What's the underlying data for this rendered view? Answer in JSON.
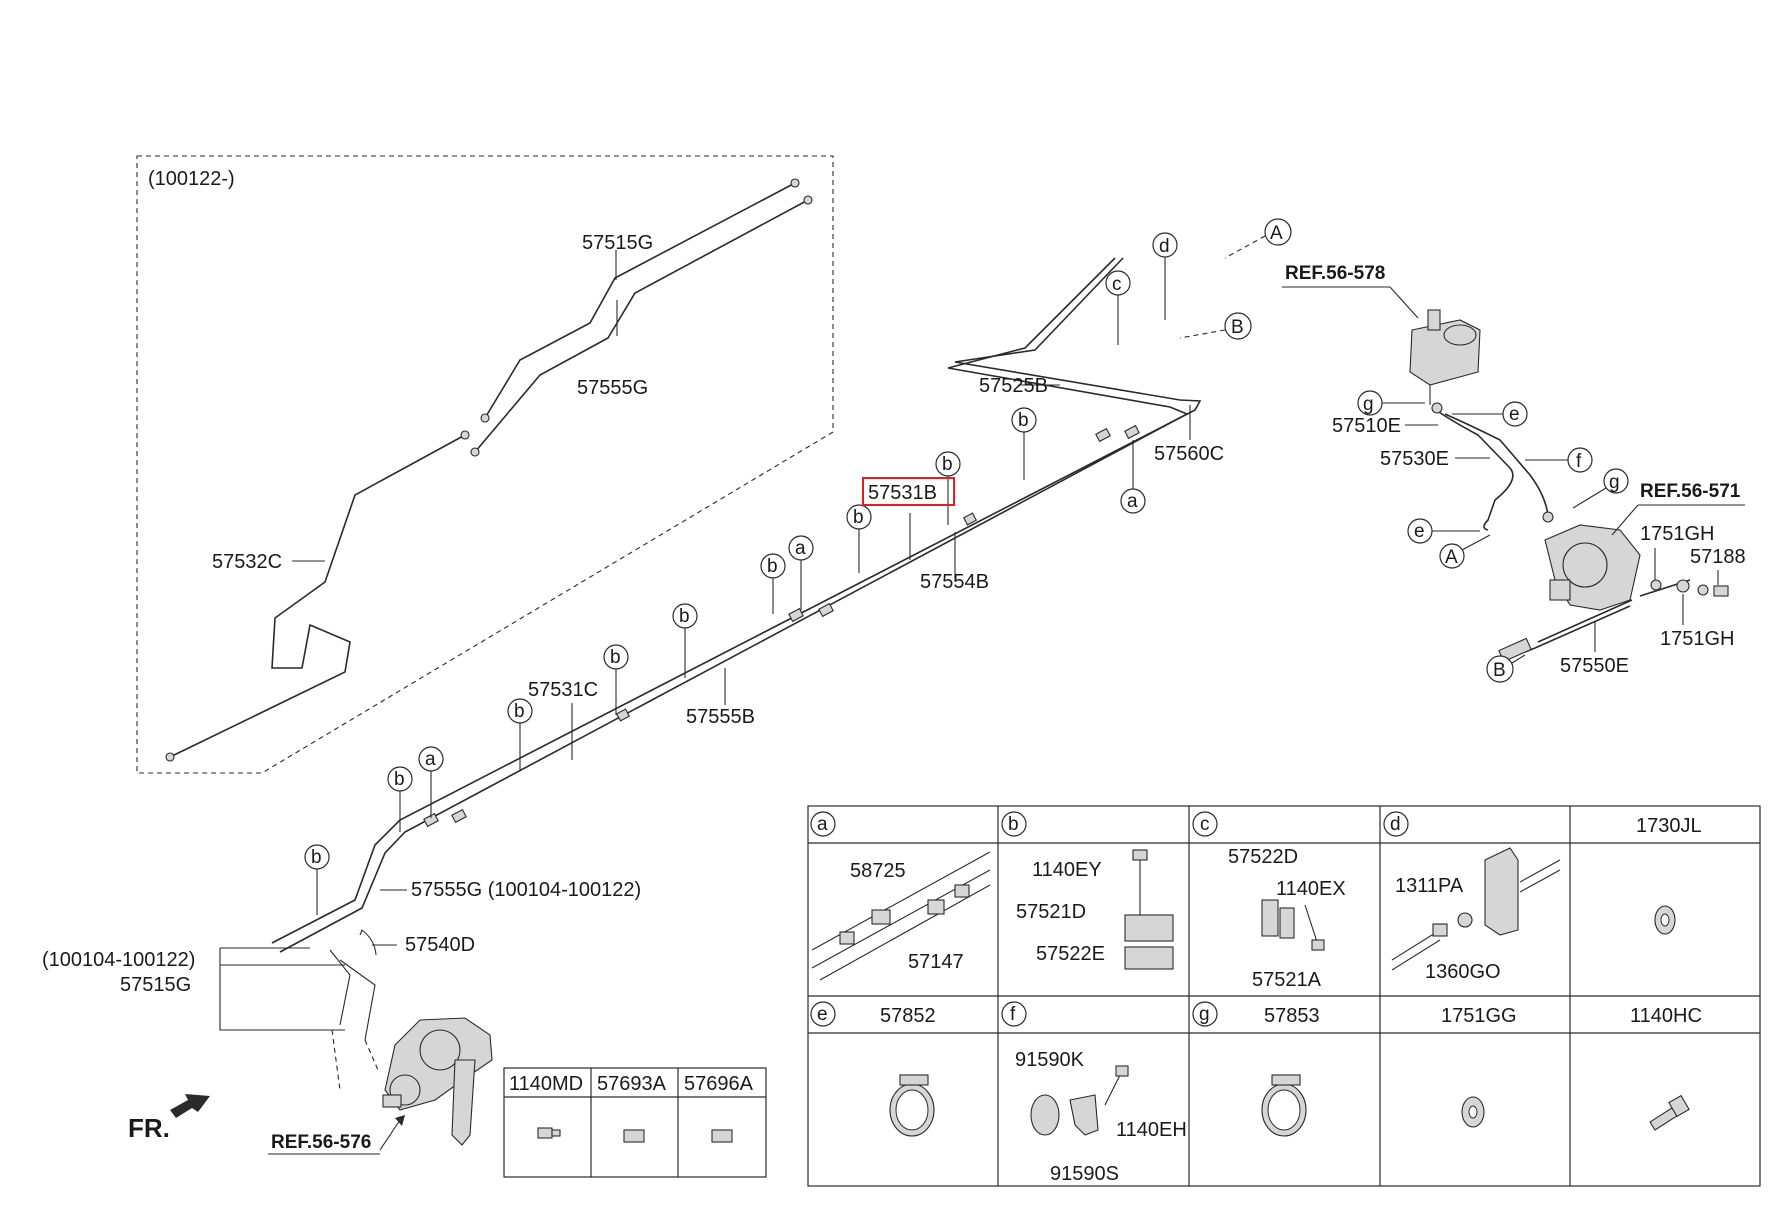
{
  "inset_label": "(100122-)",
  "part_labels": {
    "p57515G_top": "57515G",
    "p57555G_top": "57555G",
    "p57532C": "57532C",
    "p57525B": "57525B",
    "p57560C": "57560C",
    "p57531B": "57531B",
    "p57554B": "57554B",
    "p57531C": "57531C",
    "p57555B": "57555B",
    "p57555G_range": "57555G (100104-100122)",
    "p57540D": "57540D",
    "range_100104": "(100104-100122)",
    "p57515G_bottom": "57515G",
    "p57510E": "57510E",
    "p57530E": "57530E",
    "p1751GH_a": "1751GH",
    "p57188": "57188",
    "p1751GH_b": "1751GH",
    "p57550E": "57550E"
  },
  "references": {
    "ref578": "REF.56-578",
    "ref571": "REF.56-571",
    "ref576": "REF.56-576"
  },
  "front_label": "FR.",
  "callout_letters": {
    "a": "a",
    "b": "b",
    "c": "c",
    "d": "d",
    "e": "e",
    "f": "f",
    "g": "g",
    "A": "A",
    "B": "B"
  },
  "small_table": {
    "headers": [
      "1140MD",
      "57693A",
      "57696A"
    ]
  },
  "parts_table": {
    "row1": [
      {
        "letter": "a",
        "header": "",
        "parts": [
          "58725",
          "57147"
        ]
      },
      {
        "letter": "b",
        "header": "",
        "parts": [
          "1140EY",
          "57521D",
          "57522E"
        ]
      },
      {
        "letter": "c",
        "header": "",
        "parts": [
          "57522D",
          "1140EX",
          "57521A"
        ]
      },
      {
        "letter": "d",
        "header": "",
        "parts": [
          "1311PA",
          "1360GO"
        ]
      },
      {
        "letter": "",
        "header": "1730JL",
        "parts": []
      }
    ],
    "row2": [
      {
        "letter": "e",
        "header": "57852",
        "parts": []
      },
      {
        "letter": "f",
        "header": "",
        "parts": [
          "91590K",
          "1140EH",
          "91590S"
        ]
      },
      {
        "letter": "g",
        "header": "57853",
        "parts": []
      },
      {
        "letter": "",
        "header": "1751GG",
        "parts": []
      },
      {
        "letter": "",
        "header": "1140HC",
        "parts": []
      }
    ]
  },
  "highlight_part": "57531B",
  "colors": {
    "line": "#2a2a2a",
    "highlight": "#e02020",
    "part_fill": "#d6d6d6",
    "background": "#ffffff"
  }
}
